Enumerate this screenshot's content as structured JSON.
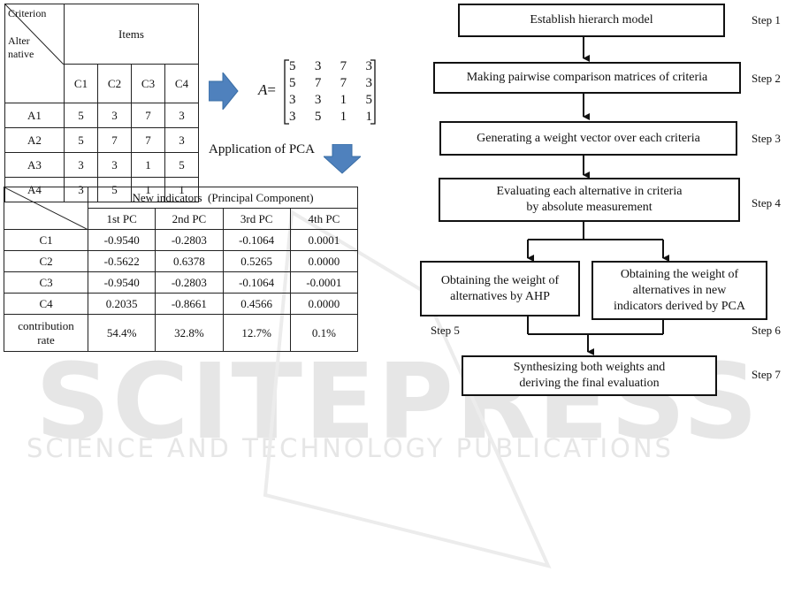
{
  "watermark": {
    "main": "SCITEPRESS",
    "sub": "SCIENCE AND TECHNOLOGY PUBLICATIONS"
  },
  "table1": {
    "corner_top": "Criterion",
    "corner_bottom_1": "Alter",
    "corner_bottom_2": "native",
    "items_header": "Items",
    "columns": [
      "C1",
      "C2",
      "C3",
      "C4"
    ],
    "rows": [
      {
        "label": "A1",
        "values": [
          "5",
          "3",
          "7",
          "3"
        ]
      },
      {
        "label": "A2",
        "values": [
          "5",
          "7",
          "7",
          "3"
        ]
      },
      {
        "label": "A3",
        "values": [
          "3",
          "3",
          "1",
          "5"
        ]
      },
      {
        "label": "A4",
        "values": [
          "3",
          "5",
          "1",
          "1"
        ]
      }
    ]
  },
  "matrix": {
    "label": "A",
    "equals": "=",
    "rows": [
      [
        "5",
        "3",
        "7",
        "3"
      ],
      [
        "5",
        "7",
        "7",
        "3"
      ],
      [
        "3",
        "3",
        "1",
        "5"
      ],
      [
        "3",
        "5",
        "1",
        "1"
      ]
    ]
  },
  "pca_label": "Application of PCA",
  "table2": {
    "header": "New indicators  (Principal Component)",
    "columns": [
      "1st PC",
      "2nd PC",
      "3rd PC",
      "4th PC"
    ],
    "rows": [
      {
        "label": "C1",
        "values": [
          "-0.9540",
          "-0.2803",
          "-0.1064",
          "0.0001"
        ]
      },
      {
        "label": "C2",
        "values": [
          "-0.5622",
          "0.6378",
          "0.5265",
          "0.0000"
        ]
      },
      {
        "label": "C3",
        "values": [
          "-0.9540",
          "-0.2803",
          "-0.1064",
          "-0.0001"
        ]
      },
      {
        "label": "C4",
        "values": [
          "0.2035",
          "-0.8661",
          "0.4566",
          "0.0000"
        ]
      }
    ],
    "contribution_label_1": "contribution",
    "contribution_label_2": "rate",
    "contribution": [
      "54.4%",
      "32.8%",
      "12.7%",
      "0.1%"
    ]
  },
  "flow": {
    "step1": {
      "text": "Establish hierarch model",
      "label": "Step 1"
    },
    "step2": {
      "text": "Making pairwise comparison matrices of criteria",
      "label": "Step 2"
    },
    "step3": {
      "text": "Generating a weight vector over each criteria",
      "label": "Step 3"
    },
    "step4": {
      "line1": "Evaluating each alternative in criteria",
      "line2": "by absolute measurement",
      "label": "Step 4"
    },
    "step5": {
      "line1": "Obtaining the weight of",
      "line2": "alternatives by AHP",
      "label": "Step 5"
    },
    "step6": {
      "line1": "Obtaining the weight of",
      "line2": "alternatives in new",
      "line3": "indicators derived by PCA",
      "label": "Step 6"
    },
    "step7": {
      "line1": "Synthesizing both weights and",
      "line2": "deriving the final evaluation",
      "label": "Step 7"
    }
  },
  "colors": {
    "arrow_fill": "#4f81bd",
    "line": "#111111"
  }
}
